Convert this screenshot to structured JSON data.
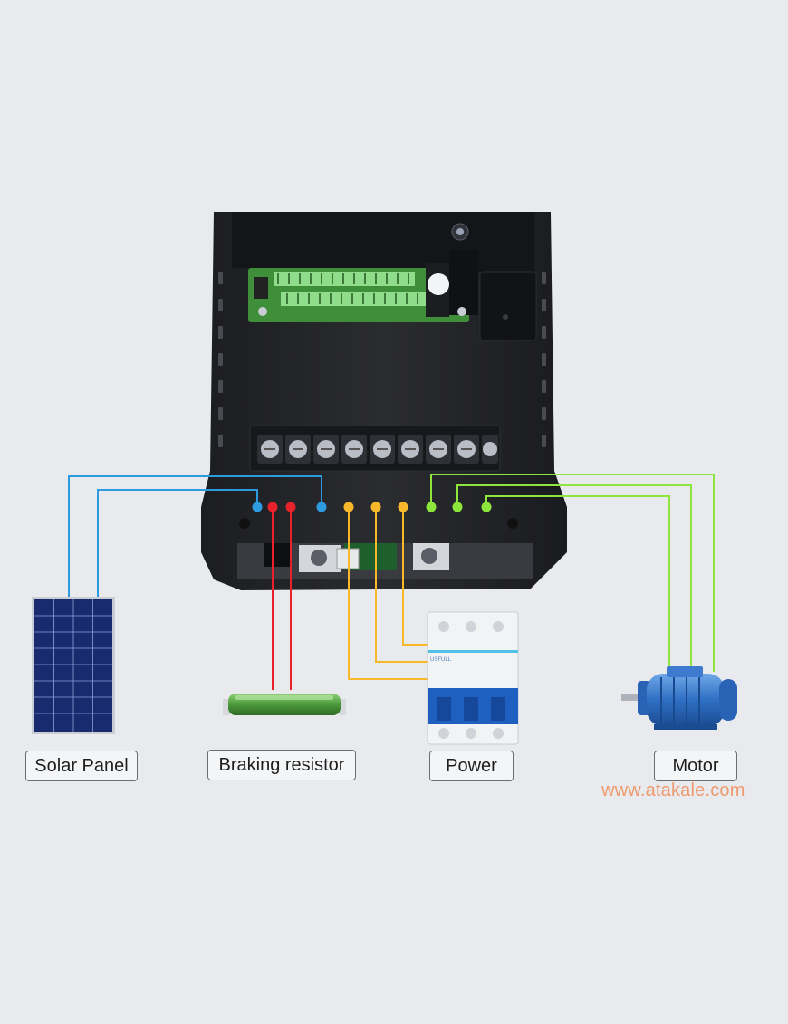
{
  "labels": {
    "solar_panel": "Solar Panel",
    "braking_resistor": "Braking resistor",
    "power": "Power",
    "motor": "Motor"
  },
  "watermark": "www.atakale.com",
  "breaker_brand": "USFULL",
  "wire_colors": {
    "solar": "#2e9be0",
    "brake": "#e8222a",
    "power": "#f7b92b",
    "motor": "#8ee63c"
  },
  "icons": [
    "solar-panel-icon",
    "braking-resistor-icon",
    "circuit-breaker-icon",
    "motor-icon",
    "inverter-icon"
  ]
}
